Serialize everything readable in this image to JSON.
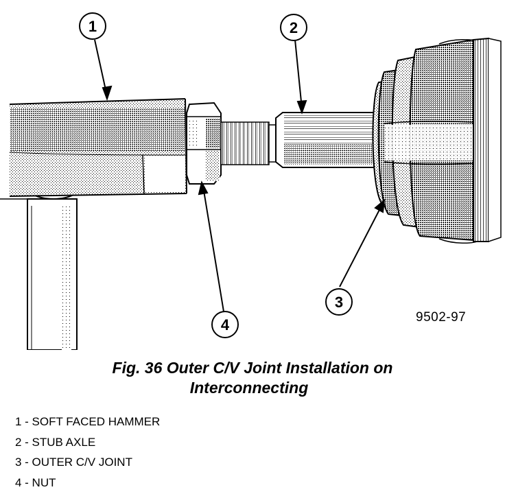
{
  "callouts": [
    {
      "number": "1"
    },
    {
      "number": "2"
    },
    {
      "number": "3"
    },
    {
      "number": "4"
    }
  ],
  "figure_code": "9502-97",
  "caption": {
    "line1": "Fig. 36 Outer C/V Joint Installation on",
    "line2": "Interconnecting"
  },
  "legend": [
    "1 - SOFT FACED HAMMER",
    "2 - STUB AXLE",
    "3 - OUTER C/V JOINT",
    "4 - NUT"
  ]
}
